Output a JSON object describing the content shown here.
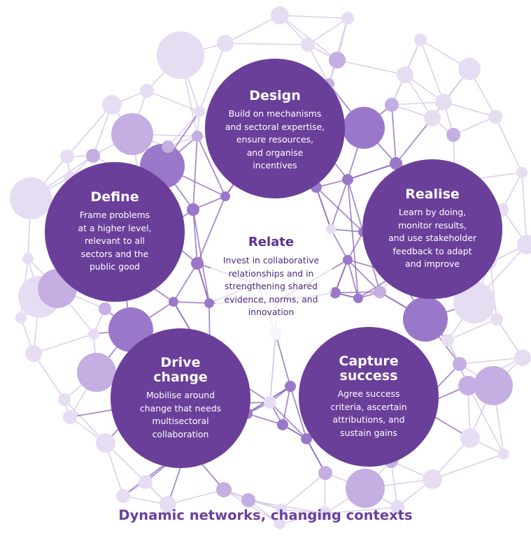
{
  "stages": {
    "design": {
      "title": "Design",
      "text": "Build on mechanisms\nand sectoral expertise,\nensure resources,\nand organise\nincentives"
    },
    "define": {
      "title": "Define",
      "text": "Frame problems\nat a higher level,\nrelevant to all\nsectors and the\npublic good"
    },
    "realise": {
      "title": "Realise",
      "text": "Learn by doing,\nmonitor results,\nand use stakeholder\nfeedback to adapt\nand improve"
    },
    "drive": {
      "title": "Drive\nchange",
      "text": "Mobilise around\nchange that needs\nmultisectoral\ncollaboration"
    },
    "capture": {
      "title": "Capture\nsuccess",
      "text": "Agree success\ncriteria, ascertain\nattributions, and\nsustain gains"
    }
  },
  "center": {
    "title": "Relate",
    "text": "Invest in collaborative\nrelationships and in\nstrengthening shared\nevidence, norms, and\ninnovation"
  },
  "caption": "Dynamic networks, changing contexts",
  "colors": {
    "primary": "#6a3f99",
    "caption": "#6b3f9b",
    "node_dark": "#9a78c9",
    "node_mid": "#c4aee2",
    "node_light": "#e6ddf3",
    "line_dark": "#8a63bd",
    "line_light": "#d5c7ea"
  }
}
